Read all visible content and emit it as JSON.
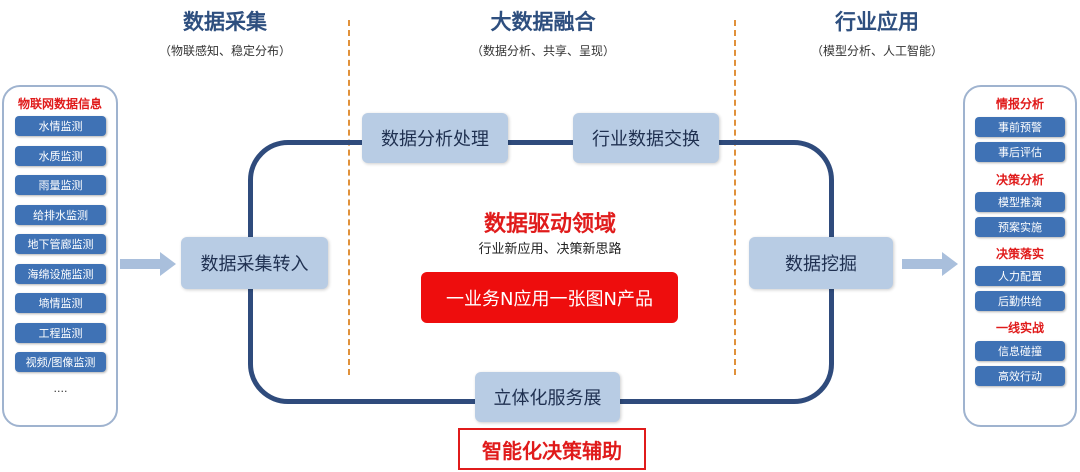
{
  "headers": [
    {
      "title": "数据采集",
      "subtitle": "（物联感知、稳定分布）"
    },
    {
      "title": "大数据融合",
      "subtitle": "（数据分析、共享、呈现）"
    },
    {
      "title": "行业应用",
      "subtitle": "（模型分析、人工智能）"
    }
  ],
  "left_panel": {
    "title": "物联网数据信息",
    "items": [
      "水情监测",
      "水质监测",
      "雨量监测",
      "给排水监测",
      "地下管廊监测",
      "海绵设施监测",
      "墒情监测",
      "工程监测",
      "视频/图像监测"
    ],
    "more": "...."
  },
  "right_panel": {
    "groups": [
      {
        "title": "情报分析",
        "items": [
          "事前预警",
          "事后评估"
        ]
      },
      {
        "title": "决策分析",
        "items": [
          "模型推演",
          "预案实施"
        ]
      },
      {
        "title": "决策落实",
        "items": [
          "人力配置",
          "后勤供给"
        ]
      },
      {
        "title": "一线实战",
        "items": [
          "信息碰撞",
          "高效行动"
        ]
      }
    ]
  },
  "nodes": {
    "analysis": "数据分析处理",
    "exchange": "行业数据交换",
    "ingest": "数据采集转入",
    "mining": "数据挖掘",
    "service": "立体化服务展"
  },
  "center": {
    "title": "数据驱动领域",
    "subtitle": "行业新应用、决策新思路",
    "button": "一业务N应用一张图N产品"
  },
  "footer": "智能化决策辅助",
  "colors": {
    "accent_red": "#e01b1b",
    "node_blue": "#b8cce4",
    "item_blue": "#3f72b5",
    "loop": "#2f4b7c"
  }
}
